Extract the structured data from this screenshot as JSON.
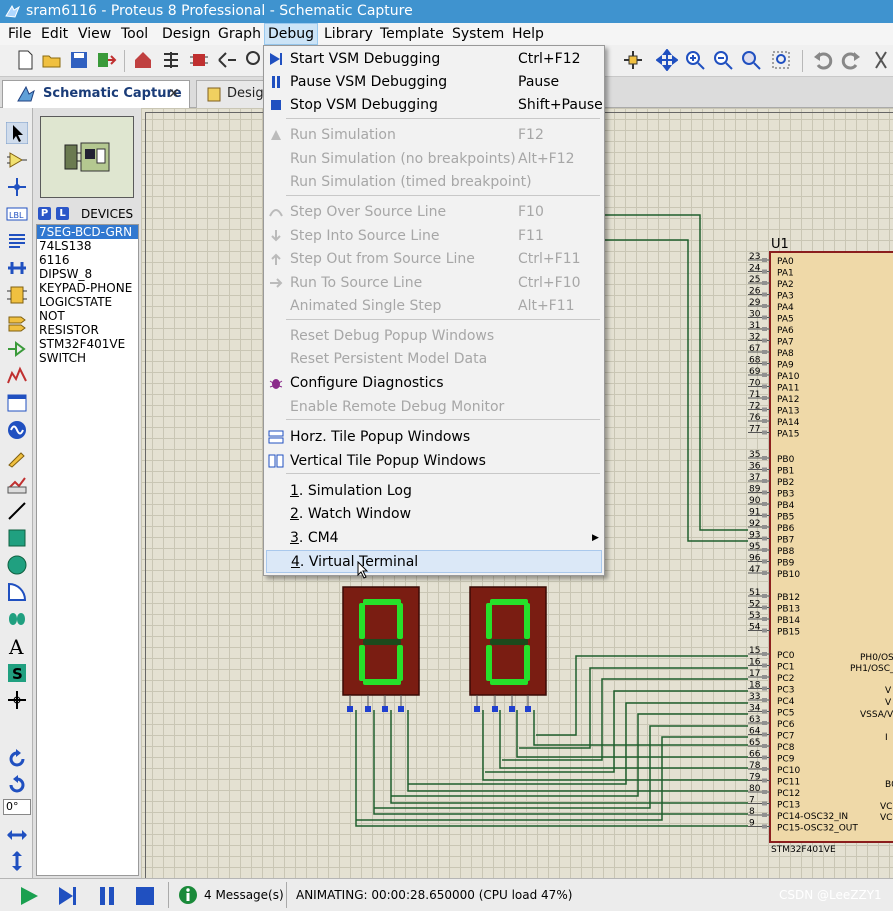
{
  "window": {
    "title": "sram6116 - Proteus 8 Professional - Schematic Capture"
  },
  "menubar": {
    "items": [
      "File",
      "Edit",
      "View",
      "Tool",
      "Design",
      "Graph",
      "Debug",
      "Library",
      "Template",
      "System",
      "Help"
    ],
    "active": "Debug"
  },
  "tabs": [
    {
      "label": "Schematic Capture",
      "close": "✕"
    },
    {
      "label": "Design"
    }
  ],
  "devices": {
    "p_badge": "P",
    "l_badge": "L",
    "header": "DEVICES",
    "items": [
      "7SEG-BCD-GRN",
      "74LS138",
      "6116",
      "DIPSW_8",
      "KEYPAD-PHONE",
      "LOGICSTATE",
      "NOT",
      "RESISTOR",
      "STM32F401VE",
      "SWITCH"
    ],
    "selected": "7SEG-BCD-GRN"
  },
  "left_tools": {
    "angle_value": "0°"
  },
  "debug_menu": {
    "items": [
      {
        "label": "Start VSM Debugging",
        "shortcut": "Ctrl+F12",
        "enabled": true,
        "icon": "step-start-icon"
      },
      {
        "label": "Pause VSM Debugging",
        "shortcut": "Pause",
        "enabled": true,
        "icon": "pause-icon"
      },
      {
        "label": "Stop VSM Debugging",
        "shortcut": "Shift+Pause",
        "enabled": true,
        "icon": "stop-icon"
      },
      {
        "label": "Run Simulation",
        "shortcut": "F12",
        "enabled": false,
        "icon": "run-icon"
      },
      {
        "label": "Run Simulation (no breakpoints)",
        "shortcut": "Alt+F12",
        "enabled": false
      },
      {
        "label": "Run Simulation (timed breakpoint)",
        "shortcut": "",
        "enabled": false
      },
      {
        "label": "Step Over Source Line",
        "shortcut": "F10",
        "enabled": false,
        "icon": "step-over-icon"
      },
      {
        "label": "Step Into Source Line",
        "shortcut": "F11",
        "enabled": false,
        "icon": "step-into-icon"
      },
      {
        "label": "Step Out from Source Line",
        "shortcut": "Ctrl+F11",
        "enabled": false,
        "icon": "step-out-icon"
      },
      {
        "label": "Run To Source Line",
        "shortcut": "Ctrl+F10",
        "enabled": false,
        "icon": "run-to-line-icon"
      },
      {
        "label": "Animated Single Step",
        "shortcut": "Alt+F11",
        "enabled": false
      },
      {
        "label": "Reset Debug Popup Windows",
        "shortcut": "",
        "enabled": false
      },
      {
        "label": "Reset Persistent Model Data",
        "shortcut": "",
        "enabled": false
      },
      {
        "label": "Configure Diagnostics",
        "shortcut": "",
        "enabled": true,
        "icon": "bug-icon"
      },
      {
        "label": "Enable Remote Debug Monitor",
        "shortcut": "",
        "enabled": false
      },
      {
        "label": "Horz. Tile Popup Windows",
        "shortcut": "",
        "enabled": true,
        "icon": "horz-tile-icon"
      },
      {
        "label": "Vertical Tile Popup Windows",
        "shortcut": "",
        "enabled": true,
        "icon": "vert-tile-icon"
      },
      {
        "num": "1",
        "label": "Simulation Log",
        "shortcut": "",
        "enabled": true
      },
      {
        "num": "2",
        "label": "Watch Window",
        "shortcut": "",
        "enabled": true
      },
      {
        "num": "3",
        "label": "CM4",
        "shortcut": "",
        "enabled": true,
        "submenu": "▶"
      },
      {
        "num": "4",
        "label": "Virtual Terminal",
        "shortcut": "",
        "enabled": true,
        "highlighted": true
      }
    ]
  },
  "schematic": {
    "mcu_ref": "U1",
    "mcu_part": "STM32F401VE",
    "seg_digit": "0",
    "pins_a": [
      {
        "num": "23",
        "name": "PA0"
      },
      {
        "num": "24",
        "name": "PA1"
      },
      {
        "num": "25",
        "name": "PA2"
      },
      {
        "num": "26",
        "name": "PA3"
      },
      {
        "num": "29",
        "name": "PA4"
      },
      {
        "num": "30",
        "name": "PA5"
      },
      {
        "num": "31",
        "name": "PA6"
      },
      {
        "num": "32",
        "name": "PA7"
      },
      {
        "num": "67",
        "name": "PA8"
      },
      {
        "num": "68",
        "name": "PA9"
      },
      {
        "num": "69",
        "name": "PA10"
      },
      {
        "num": "70",
        "name": "PA11"
      },
      {
        "num": "71",
        "name": "PA12"
      },
      {
        "num": "72",
        "name": "PA13"
      },
      {
        "num": "76",
        "name": "PA14"
      },
      {
        "num": "77",
        "name": "PA15"
      }
    ],
    "pins_b": [
      {
        "num": "35",
        "name": "PB0"
      },
      {
        "num": "36",
        "name": "PB1"
      },
      {
        "num": "37",
        "name": "PB2"
      },
      {
        "num": "89",
        "name": "PB3"
      },
      {
        "num": "90",
        "name": "PB4"
      },
      {
        "num": "91",
        "name": "PB5"
      },
      {
        "num": "92",
        "name": "PB6"
      },
      {
        "num": "93",
        "name": "PB7"
      },
      {
        "num": "95",
        "name": "PB8"
      },
      {
        "num": "96",
        "name": "PB9"
      },
      {
        "num": "47",
        "name": "PB10"
      }
    ],
    "pins_b2": [
      {
        "num": "51",
        "name": "PB12"
      },
      {
        "num": "52",
        "name": "PB13"
      },
      {
        "num": "53",
        "name": "PB14"
      },
      {
        "num": "54",
        "name": "PB15"
      }
    ],
    "pins_c": [
      {
        "num": "15",
        "name": "PC0"
      },
      {
        "num": "16",
        "name": "PC1"
      },
      {
        "num": "17",
        "name": "PC2"
      },
      {
        "num": "18",
        "name": "PC3"
      },
      {
        "num": "33",
        "name": "PC4"
      },
      {
        "num": "34",
        "name": "PC5"
      },
      {
        "num": "63",
        "name": "PC6"
      },
      {
        "num": "64",
        "name": "PC7"
      },
      {
        "num": "65",
        "name": "PC8"
      },
      {
        "num": "66",
        "name": "PC9"
      },
      {
        "num": "78",
        "name": "PC10"
      },
      {
        "num": "79",
        "name": "PC11"
      },
      {
        "num": "80",
        "name": "PC12"
      },
      {
        "num": "7",
        "name": "PC13"
      },
      {
        "num": "8",
        "name": "PC14-OSC32_IN"
      },
      {
        "num": "9",
        "name": "PC15-OSC32_OUT"
      }
    ],
    "right_labels": [
      "PH0/OS",
      "PH1/OSC_",
      "V",
      "V",
      "VSSA/V",
      "I",
      "B0",
      "VC",
      "VC"
    ]
  },
  "statusbar": {
    "messages": "4 Message(s)",
    "animating": "ANIMATING: 00:00:28.650000 (CPU load 47%)",
    "watermark": "CSDN @LeeZZY1"
  },
  "colors": {
    "titlebar": "#3f93cf",
    "seg_on": "#26e02a",
    "seg_bg": "#7a1d12",
    "wire": "#1f5f2c",
    "mcu_fill": "#efd9a8",
    "mcu_border": "#8b1e1e"
  }
}
